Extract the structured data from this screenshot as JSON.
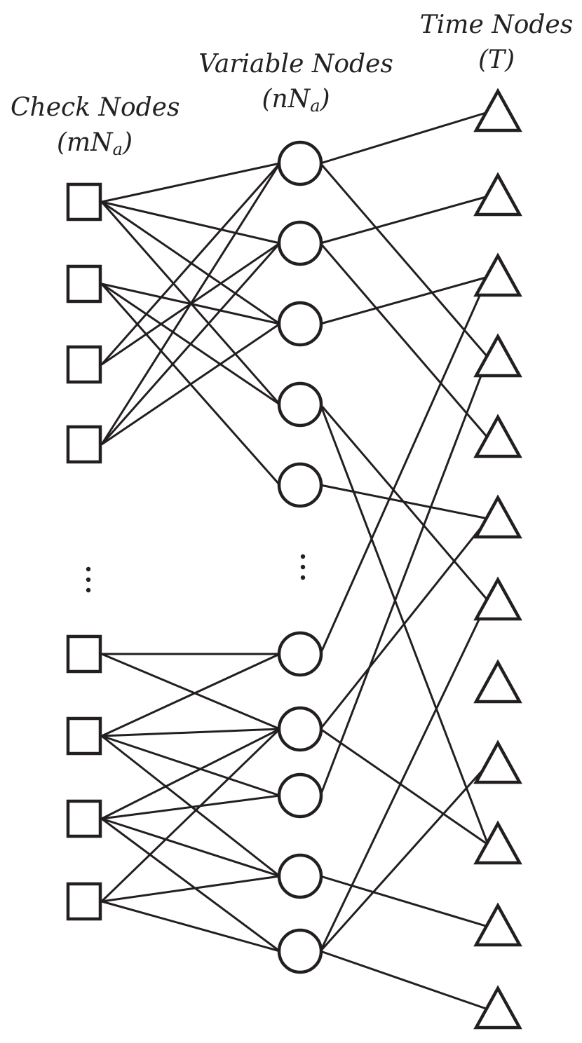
{
  "labels": {
    "check": {
      "title": "Check Nodes",
      "count_var": "mN",
      "count_sub": "a"
    },
    "variable": {
      "title": "Variable Nodes",
      "count_var": "nN",
      "count_sub": "a"
    },
    "time": {
      "title": "Time Nodes",
      "count_var": "T"
    }
  },
  "nodes": {
    "check_count": 8,
    "variable_count": 10,
    "time_count": 12
  },
  "edges": {
    "check_variable": [
      [
        0,
        0
      ],
      [
        0,
        1
      ],
      [
        0,
        2
      ],
      [
        0,
        3
      ],
      [
        1,
        2
      ],
      [
        1,
        3
      ],
      [
        1,
        4
      ],
      [
        2,
        0
      ],
      [
        2,
        1
      ],
      [
        3,
        0
      ],
      [
        3,
        1
      ],
      [
        3,
        2
      ],
      [
        4,
        5
      ],
      [
        4,
        6
      ],
      [
        5,
        5
      ],
      [
        5,
        6
      ],
      [
        5,
        7
      ],
      [
        5,
        8
      ],
      [
        6,
        6
      ],
      [
        6,
        7
      ],
      [
        6,
        8
      ],
      [
        6,
        9
      ],
      [
        7,
        6
      ],
      [
        7,
        8
      ],
      [
        7,
        9
      ]
    ],
    "variable_time": [
      [
        0,
        0
      ],
      [
        0,
        3
      ],
      [
        1,
        1
      ],
      [
        1,
        4
      ],
      [
        2,
        2
      ],
      [
        3,
        6
      ],
      [
        3,
        9
      ],
      [
        4,
        5
      ],
      [
        5,
        2
      ],
      [
        6,
        5
      ],
      [
        6,
        9
      ],
      [
        7,
        3
      ],
      [
        8,
        10
      ],
      [
        9,
        6
      ],
      [
        9,
        8
      ],
      [
        9,
        11
      ]
    ]
  }
}
